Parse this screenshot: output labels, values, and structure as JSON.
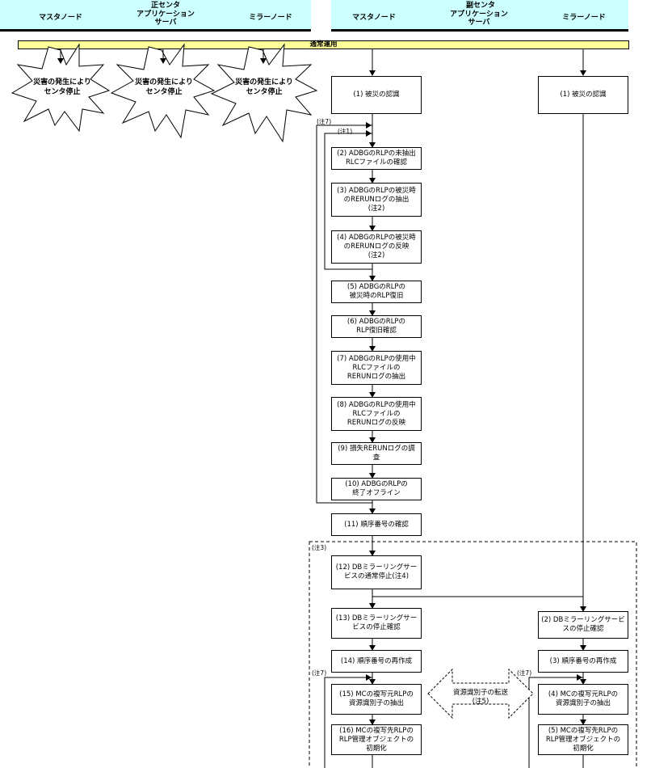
{
  "header": {
    "primary_center": "正センタ",
    "secondary_center": "副センタ",
    "master_node": "マスタノード",
    "app_server": "アプリケーション\nサーバ",
    "mirror_node": "ミラーノード"
  },
  "normal_operation": "通常運用",
  "disaster_label": "災害の発生により\nセンタ停止",
  "steps_master": [
    "(1) 被災の認識",
    "(2) ADBGのRLPの未抽出\nRLCファイルの確認",
    "(3) ADBGのRLPの被災時\nのRERUNログの抽出\n(注2)",
    "(4) ADBGのRLPの被災時\nのRERUNログの反映\n(注2)",
    "(5) ADBGのRLPの\n被災時のRLP復旧",
    "(6) ADBGのRLPの\nRLP復旧確認",
    "(7) ADBGのRLPの使用中\nRLCファイルの\nRERUNログの抽出",
    "(8) ADBGのRLPの使用中\nRLCファイルの\nRERUNログの反映",
    "(9) 損失RERUNログの調\n査",
    "(10) ADBGのRLPの\n終了オフライン",
    "(11) 順序番号の確認",
    "(12) DBミラーリングサー\nビスの通常停止(注4)",
    "(13) DBミラーリングサー\nビスの停止確認",
    "(14) 順序番号の再作成",
    "(15) MCの複写元RLPの\n資源識別子の抽出",
    "(16) MCの複写先RLPの\nRLP管理オブジェクトの\n初期化"
  ],
  "steps_mirror": [
    "(1) 被災の認識",
    "(2) DBミラーリングサービ\nスの停止確認",
    "(3) 順序番号の再作成",
    "(4) MCの複写元RLPの\n資源識別子の抽出",
    "(5) MCの複写先RLPの\nRLP管理オブジェクトの\n初期化"
  ],
  "notes": {
    "n7": "(注7)",
    "n1": "(注1)",
    "n3": "(注3)"
  },
  "transfer_label": "資源識別子の転送\n(注5)",
  "colors": {
    "header_bg": "#ccffff",
    "band_bg": "#ffff99"
  }
}
